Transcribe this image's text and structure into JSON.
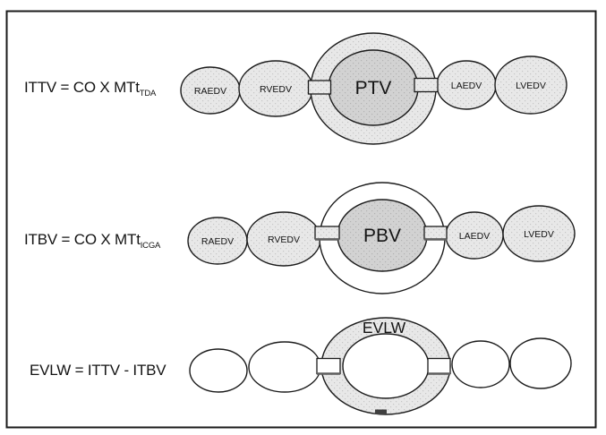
{
  "figure": {
    "rows": [
      {
        "formula_main": "ITTV = CO X MTt",
        "formula_sub": "TDA",
        "labels": {
          "ra": "RAEDV",
          "rv": "RVEDV",
          "center": "PTV",
          "la": "LAEDV",
          "lv": "LVEDV"
        }
      },
      {
        "formula_main": "ITBV = CO X MTt",
        "formula_sub": "ICGA",
        "labels": {
          "ra": "RAEDV",
          "rv": "RVEDV",
          "center": "PBV",
          "la": "LAEDV",
          "lv": "LVEDV"
        }
      },
      {
        "formula_main": "EVLW = ITTV - ITBV",
        "formula_sub": "",
        "labels": {
          "center": "EVLW"
        }
      }
    ],
    "colors": {
      "light_fill": "#e8e8e8",
      "medium_fill": "#d2d2d2",
      "stroke_color": "#1b1b1b"
    }
  }
}
